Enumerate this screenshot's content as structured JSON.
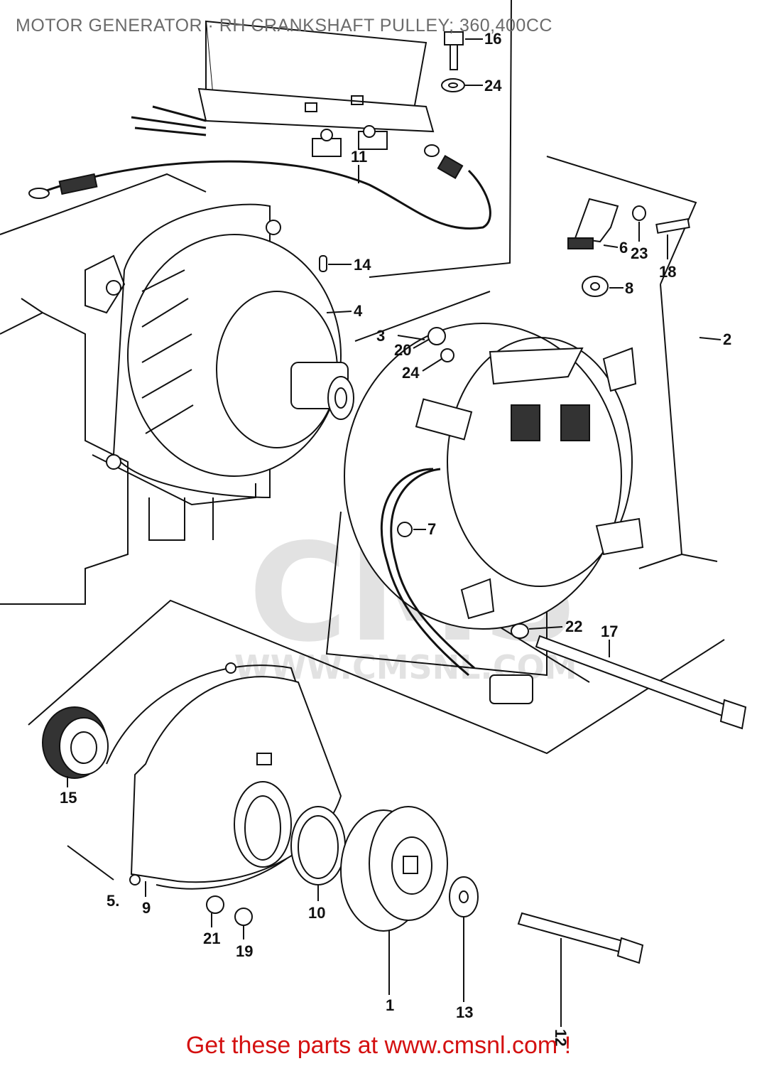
{
  "header": {
    "title": "MOTOR GENERATOR · RH CRANKSHAFT PULLEY; 360,400CC"
  },
  "footer": {
    "cta": "Get these parts at www.cmsnl.com !"
  },
  "watermark": {
    "brand": "CMS",
    "url": "WWW.CMSNL.COM"
  },
  "callouts": [
    {
      "id": "16",
      "label": "16"
    },
    {
      "id": "24a",
      "label": "24"
    },
    {
      "id": "11",
      "label": "11"
    },
    {
      "id": "6",
      "label": "6"
    },
    {
      "id": "23",
      "label": "23"
    },
    {
      "id": "18",
      "label": "18"
    },
    {
      "id": "8",
      "label": "8"
    },
    {
      "id": "14",
      "label": "14"
    },
    {
      "id": "4",
      "label": "4"
    },
    {
      "id": "2",
      "label": "2"
    },
    {
      "id": "3",
      "label": "3"
    },
    {
      "id": "20",
      "label": "20"
    },
    {
      "id": "24b",
      "label": "24"
    },
    {
      "id": "7",
      "label": "7"
    },
    {
      "id": "22",
      "label": "22"
    },
    {
      "id": "17",
      "label": "17"
    },
    {
      "id": "15",
      "label": "15"
    },
    {
      "id": "5",
      "label": "5."
    },
    {
      "id": "9",
      "label": "9"
    },
    {
      "id": "21",
      "label": "21"
    },
    {
      "id": "19",
      "label": "19"
    },
    {
      "id": "10",
      "label": "10"
    },
    {
      "id": "1",
      "label": "1"
    },
    {
      "id": "13",
      "label": "13"
    },
    {
      "id": "12",
      "label": "12"
    }
  ],
  "colors": {
    "title": "#6b6b6b",
    "footer": "#d41010",
    "ink": "#111111",
    "watermark": "#e2e2e2"
  }
}
